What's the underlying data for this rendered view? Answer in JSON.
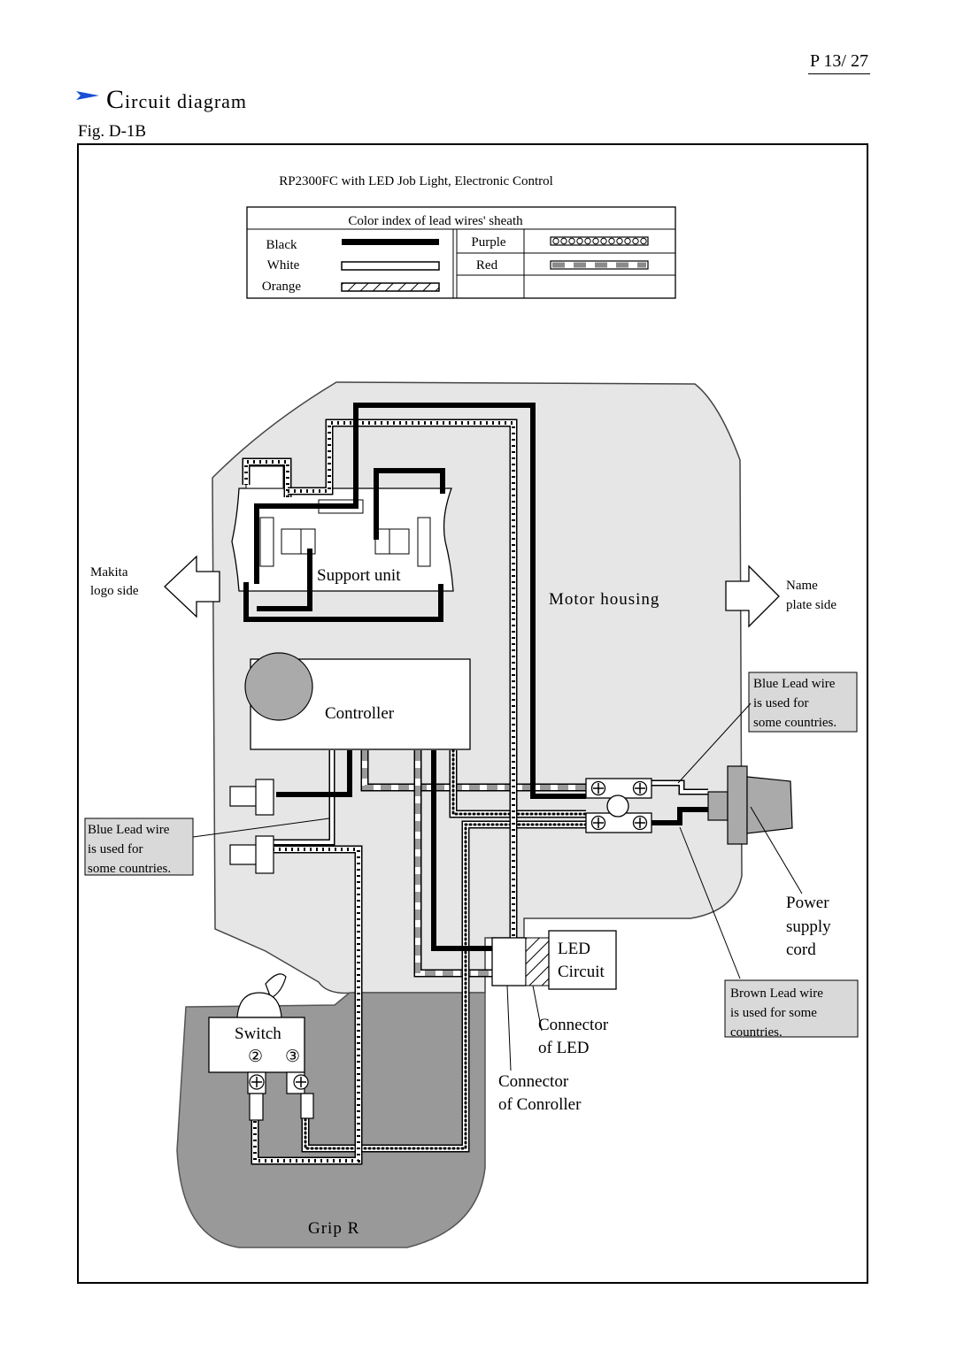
{
  "header": {
    "page_number": "P 13/ 27",
    "title_initial": "C",
    "title_rest": "ircuit  diagram",
    "figure": "Fig. D-1B"
  },
  "diagram": {
    "subtitle": "RP2300FC with LED Job Light,  Electronic Control",
    "legend": {
      "heading": "Color index of lead wires' sheath",
      "entries": [
        {
          "name": "Black",
          "pattern": "solid-black"
        },
        {
          "name": "White",
          "pattern": "hollow"
        },
        {
          "name": "Orange",
          "pattern": "hatched"
        },
        {
          "name": "Purple",
          "pattern": "beaded"
        },
        {
          "name": "Red",
          "pattern": "dashed-gray"
        }
      ]
    },
    "labels": {
      "makita_side": [
        "Makita",
        "logo side"
      ],
      "name_side": [
        "Name",
        "plate side"
      ],
      "support_unit": "Support unit",
      "motor_housing": "Motor housing",
      "controller": "Controller",
      "blue_note_right": [
        "Blue Lead wire",
        "is used for",
        "some countries."
      ],
      "blue_note_left": [
        "Blue Lead wire",
        "is used for",
        "some countries."
      ],
      "power_cord": [
        "Power",
        "supply",
        "cord"
      ],
      "led_circuit": [
        "LED",
        "Circuit"
      ],
      "brown_note": [
        "Brown Lead wire",
        "is used for some",
        "countries."
      ],
      "connector_led": [
        "Connector",
        "of LED"
      ],
      "connector_controller": [
        "Connector",
        "of Conroller"
      ],
      "switch": "Switch",
      "switch_terminals": [
        "②",
        "③"
      ],
      "grip": "Grip R"
    },
    "colors": {
      "housing": "#e6e6e6",
      "grip": "#999999",
      "note_box": "#d9d9d9",
      "knob": "#aaaaaa",
      "wire_black": "#000000",
      "wire_red_dash": "#9a9a9a"
    }
  }
}
